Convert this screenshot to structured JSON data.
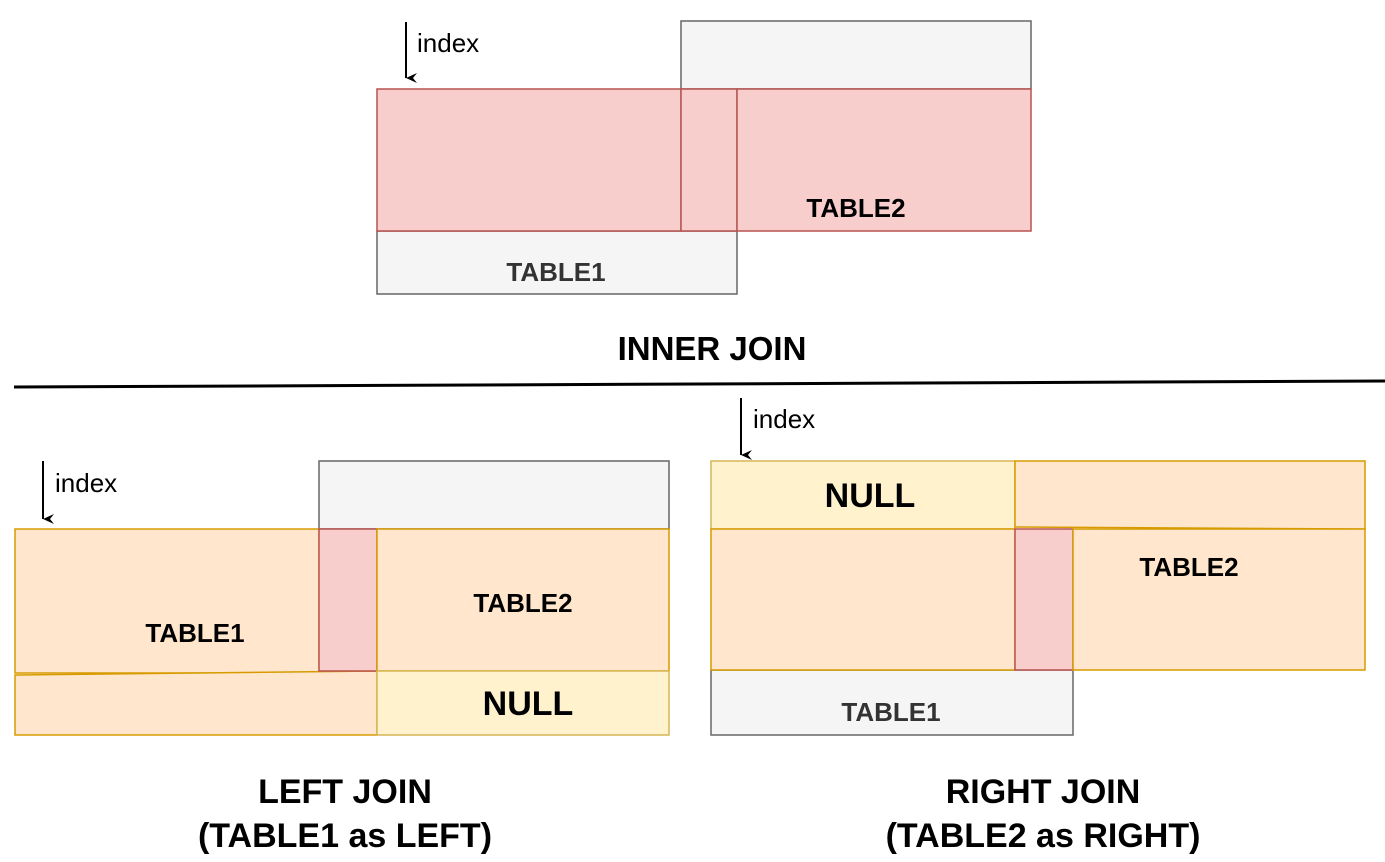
{
  "colors": {
    "grey_fill": "#f5f5f5",
    "grey_stroke": "#666666",
    "red_fill": "#f8cecc",
    "red_stroke": "#b85450",
    "orange_fill": "#ffe6cc",
    "orange_stroke": "#d79b00",
    "yellow_fill": "#fff2cc",
    "yellow_stroke": "#d6b656"
  },
  "inner_join": {
    "index_label": "index",
    "table1_label": "TABLE1",
    "table2_label": "TABLE2",
    "caption": "INNER JOIN"
  },
  "left_join": {
    "index_label": "index",
    "table1_label": "TABLE1",
    "table2_label": "TABLE2",
    "null_label": "NULL",
    "caption_line1": "LEFT JOIN",
    "caption_line2": "(TABLE1 as LEFT)"
  },
  "right_join": {
    "index_label": "index",
    "table1_label": "TABLE1",
    "table2_label": "TABLE2",
    "null_label": "NULL",
    "caption_line1": "RIGHT JOIN",
    "caption_line2": "(TABLE2 as RIGHT)"
  }
}
